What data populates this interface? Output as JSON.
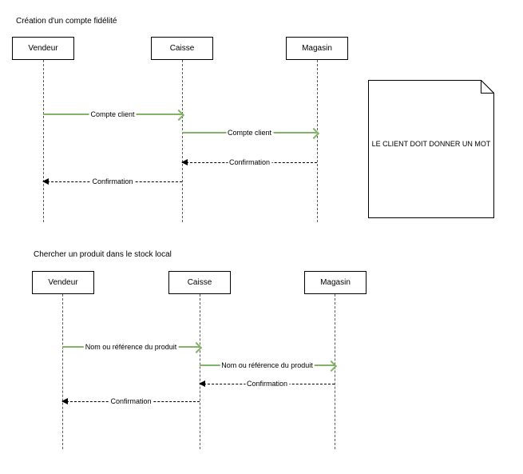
{
  "colors": {
    "request_arrow": "#82b366",
    "return_arrow": "#000000",
    "shape_border": "#000000",
    "background": "#ffffff"
  },
  "diagram1": {
    "title": "Création d'un compte fidélité",
    "actors": [
      {
        "label": "Vendeur"
      },
      {
        "label": "Caisse"
      },
      {
        "label": "Magasin"
      }
    ],
    "messages": [
      {
        "label": "Compte client",
        "from": "Vendeur",
        "to": "Caisse",
        "kind": "request"
      },
      {
        "label": "Compte client",
        "from": "Caisse",
        "to": "Magasin",
        "kind": "request"
      },
      {
        "label": "Confirmation",
        "from": "Magasin",
        "to": "Caisse",
        "kind": "return"
      },
      {
        "label": "Confirmation",
        "from": "Caisse",
        "to": "Vendeur",
        "kind": "return"
      }
    ],
    "note": {
      "text": "LE CLIENT DOIT DONNER UN MOT"
    }
  },
  "diagram2": {
    "title": "Chercher un produit dans le stock local",
    "actors": [
      {
        "label": "Vendeur"
      },
      {
        "label": "Caisse"
      },
      {
        "label": "Magasin"
      }
    ],
    "messages": [
      {
        "label": "Nom ou référence du produit",
        "from": "Vendeur",
        "to": "Caisse",
        "kind": "request"
      },
      {
        "label": "Nom ou référence du produit",
        "from": "Caisse",
        "to": "Magasin",
        "kind": "request"
      },
      {
        "label": "Confirmation",
        "from": "Magasin",
        "to": "Caisse",
        "kind": "return"
      },
      {
        "label": "Confirmation",
        "from": "Caisse",
        "to": "Vendeur",
        "kind": "return"
      }
    ]
  }
}
